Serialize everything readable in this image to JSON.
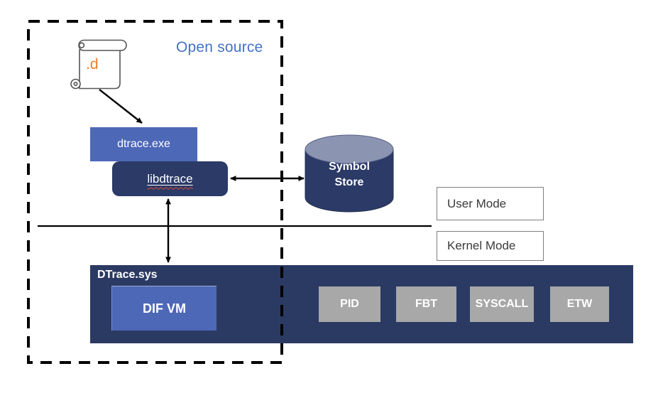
{
  "open_source": {
    "label": "Open source"
  },
  "script_icon": {
    "label": ".d"
  },
  "boxes": {
    "dtrace_exe": "dtrace.exe",
    "libdtrace": "libdtrace",
    "user_mode": "User Mode",
    "kernel_mode": "Kernel Mode",
    "dtrace_sys": "DTrace.sys",
    "dif_vm": "DIF VM"
  },
  "symbol_store": {
    "line1": "Symbol",
    "line2": "Store"
  },
  "providers": [
    "PID",
    "FBT",
    "SYSCALL",
    "ETW"
  ],
  "colors": {
    "accent_blue": "#4D68B7",
    "navy": "#2B3A66",
    "cylinder_top": "#8B95B1",
    "provider_gray": "#A8A8A8",
    "open_source_text": "#4472C4",
    "script_orange": "#ED7D31",
    "squiggle_red": "#d94f3d"
  }
}
